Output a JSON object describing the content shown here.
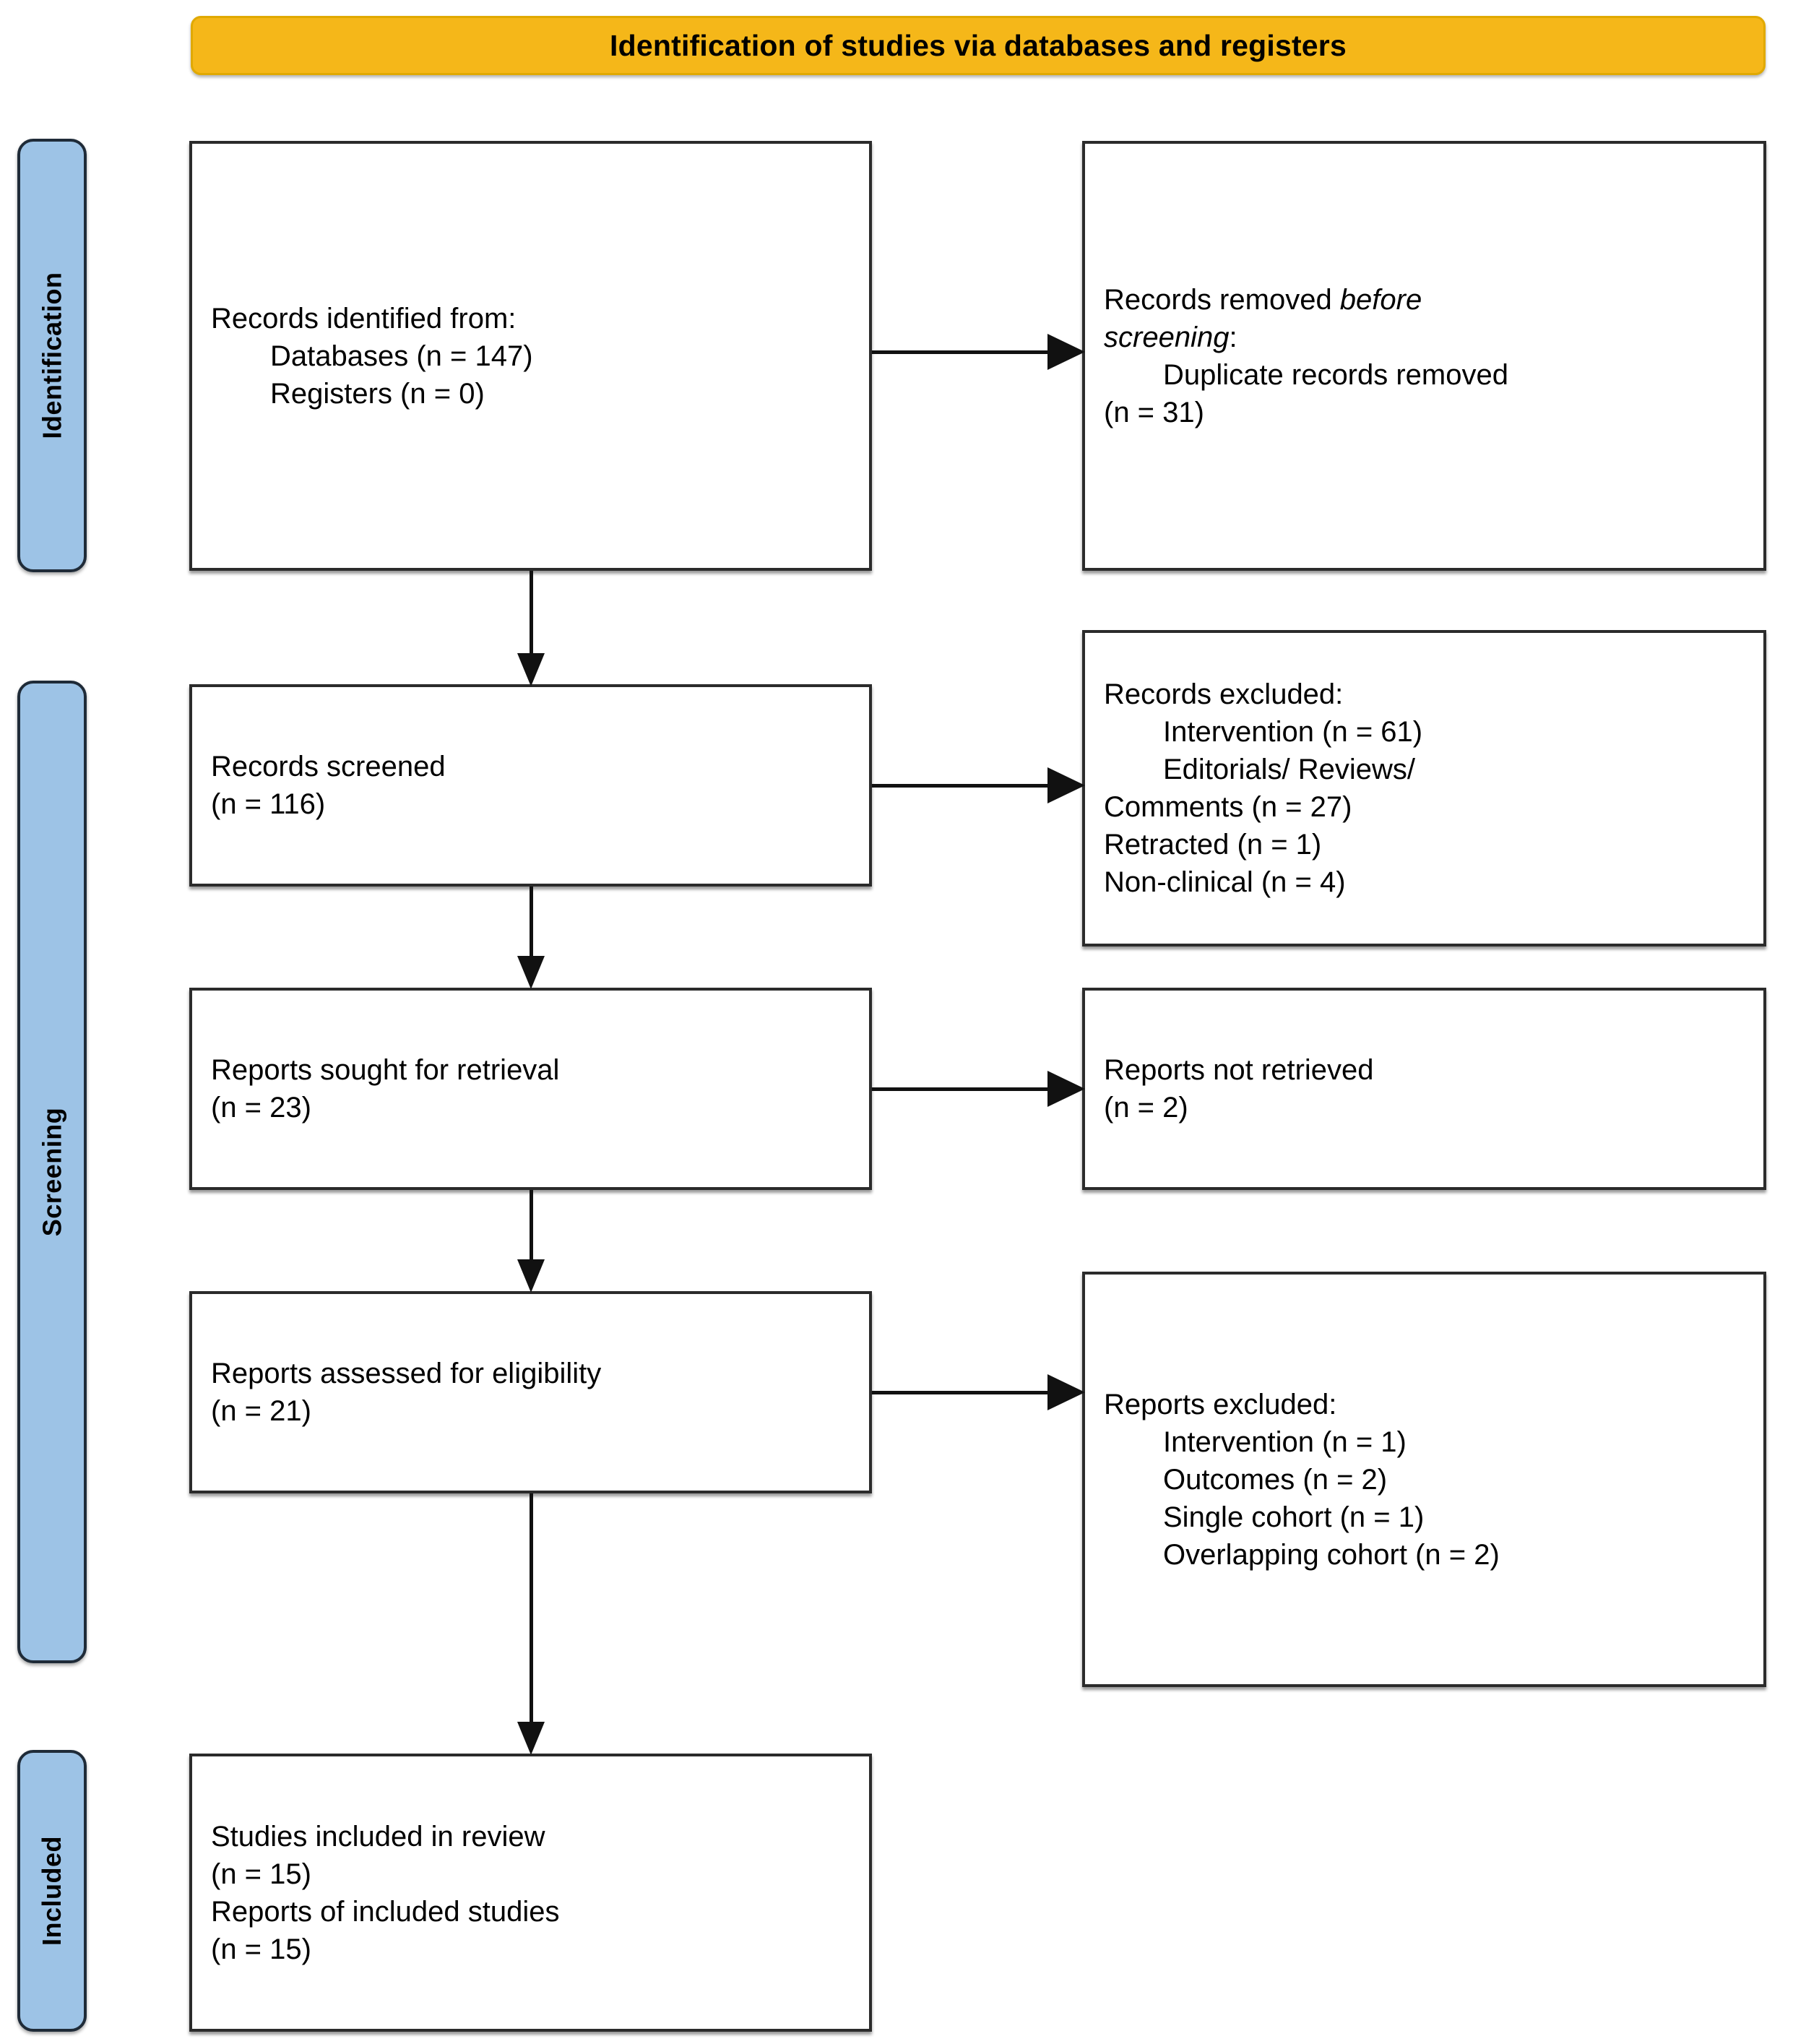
{
  "diagram": {
    "type": "prisma-flow-diagram",
    "header": {
      "title": "Identification of studies via databases and registers",
      "color": "#f5b719"
    },
    "stages": [
      {
        "id": "identification",
        "label": "Identification",
        "color": "#9dc3e6"
      },
      {
        "id": "screening",
        "label": "Screening",
        "color": "#9dc3e6"
      },
      {
        "id": "included",
        "label": "Included",
        "color": "#9dc3e6"
      }
    ],
    "boxes": {
      "identified": {
        "lines": [
          "Records identified from:",
          "Databases (n = 147)",
          "Registers (n = 0)"
        ]
      },
      "removed_before_screening": {
        "lines": [
          "Records removed ",
          "before screening",
          ":",
          "Duplicate records removed",
          "(n = 31)"
        ],
        "line1_plain": "Records removed ",
        "line1_italic": "before",
        "line2_italic": "screening",
        "line2_plain": ":",
        "line3": "Duplicate records removed",
        "line4": "(n = 31)"
      },
      "records_screened": {
        "lines": [
          "Records screened",
          "(n = 116)"
        ]
      },
      "records_excluded": {
        "lines": [
          "Records excluded:",
          "Intervention (n = 61)",
          "Editorials/ Reviews/",
          "Comments (n = 27)",
          "Retracted (n = 1)",
          "Non-clinical (n = 4)"
        ]
      },
      "reports_sought": {
        "lines": [
          "Reports sought for retrieval",
          "(n = 23)"
        ]
      },
      "reports_not_retrieved": {
        "lines": [
          "Reports not retrieved",
          "(n = 2)"
        ]
      },
      "reports_assessed": {
        "lines": [
          "Reports assessed for eligibility",
          "(n = 21)"
        ]
      },
      "reports_excluded": {
        "lines": [
          "Reports excluded:",
          "Intervention (n = 1)",
          "Outcomes (n = 2)",
          "Single cohort (n = 1)",
          "Overlapping cohort (n = 2)"
        ]
      },
      "studies_included": {
        "lines": [
          "Studies included in review",
          "(n = 15)",
          "Reports of included studies",
          "(n = 15)"
        ]
      }
    }
  },
  "chart_data": {
    "type": "table",
    "title": "Identification of studies via databases and registers",
    "categories": [
      "Databases identified",
      "Registers identified",
      "Duplicates removed",
      "Records screened",
      "Records excluded (Intervention)",
      "Records excluded (Editorials/ Reviews/ Comments)",
      "Records excluded (Retracted)",
      "Records excluded (Non-clinical)",
      "Reports sought for retrieval",
      "Reports not retrieved",
      "Reports assessed for eligibility",
      "Reports excluded (Intervention)",
      "Reports excluded (Outcomes)",
      "Reports excluded (Single cohort)",
      "Reports excluded (Overlapping cohort)",
      "Studies included in review",
      "Reports of included studies"
    ],
    "values": [
      147,
      0,
      31,
      116,
      61,
      27,
      1,
      4,
      23,
      2,
      21,
      1,
      2,
      1,
      2,
      15,
      15
    ],
    "xlabel": "",
    "ylabel": "n"
  }
}
